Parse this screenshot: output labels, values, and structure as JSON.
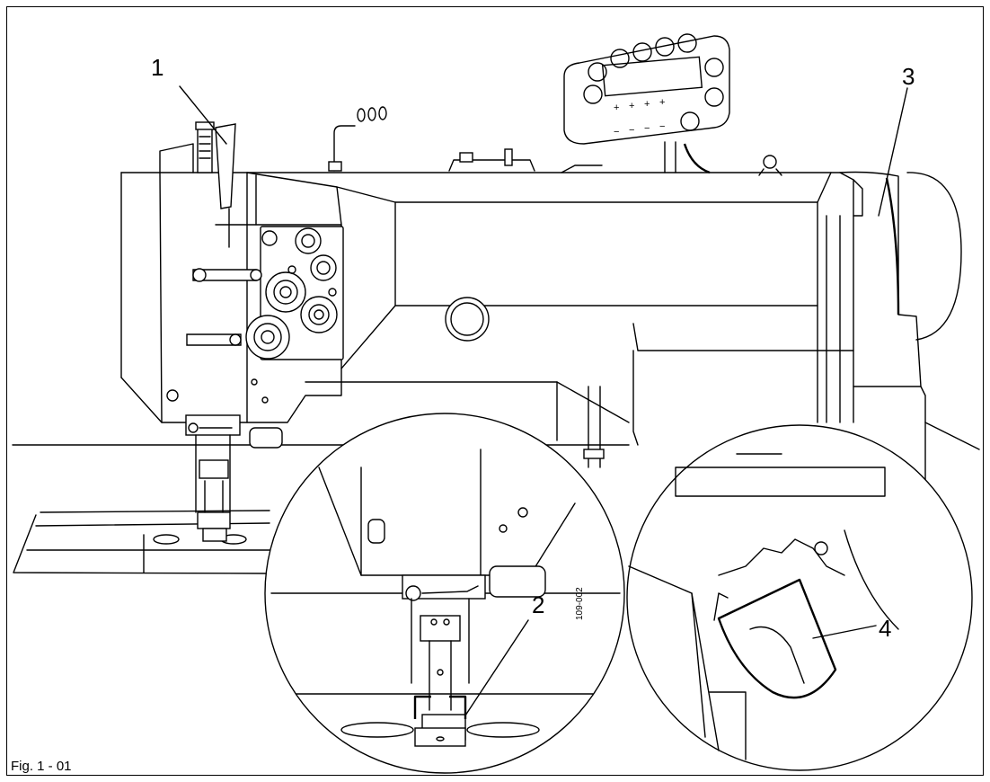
{
  "figure": {
    "caption": "Fig. 1 - 01",
    "drawing_code": "109-002",
    "callouts": [
      {
        "id": "1",
        "label": "1"
      },
      {
        "id": "2",
        "label": "2"
      },
      {
        "id": "3",
        "label": "3"
      },
      {
        "id": "4",
        "label": "4"
      }
    ]
  },
  "control_panel": {
    "signs": [
      "+",
      "+",
      "+",
      "+",
      "−",
      "−",
      "−",
      "−"
    ]
  }
}
